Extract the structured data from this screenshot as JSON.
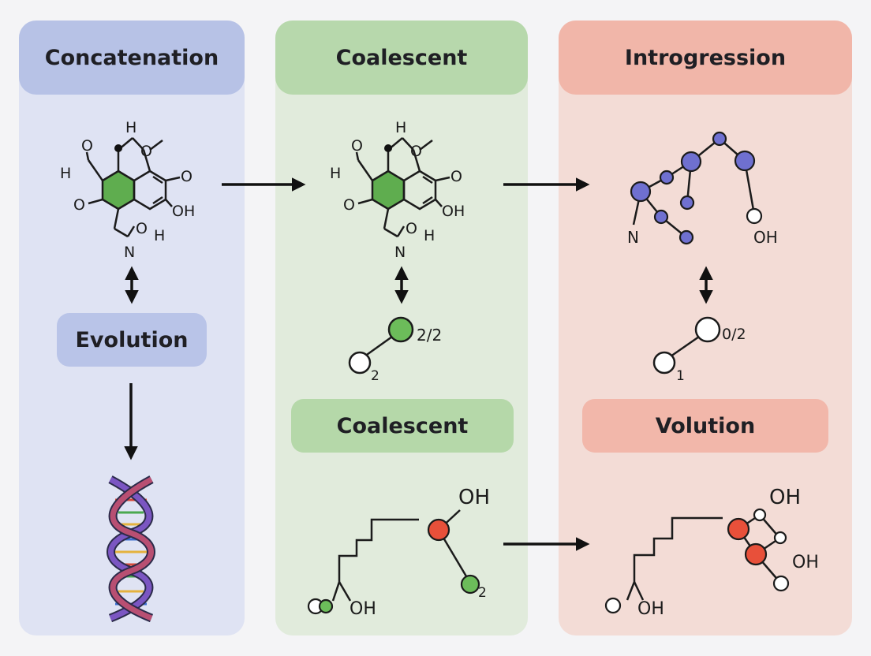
{
  "panels": {
    "left": {
      "title": "Concatenation",
      "label": "Evolution"
    },
    "middle": {
      "title": "Coalescent",
      "label": "Coalescent"
    },
    "right": {
      "title": "Introgression",
      "label": "Volution"
    }
  },
  "atoms": {
    "H": "H",
    "O": "O",
    "OH": "OH",
    "N": "N",
    "mid_node_small": "2",
    "mid_node_large": "2/2",
    "right_node_small": "1",
    "right_node_large": "0/2",
    "coal_2": "2"
  },
  "colors": {
    "blue_panel": "#dfe3f3",
    "green_panel": "#e1ebdc",
    "red_panel": "#f3dcd6",
    "ring_green": "#5fad4f",
    "node_blue": "#6f70d0",
    "node_red": "#e8503a",
    "node_green": "#6cbc5a"
  }
}
